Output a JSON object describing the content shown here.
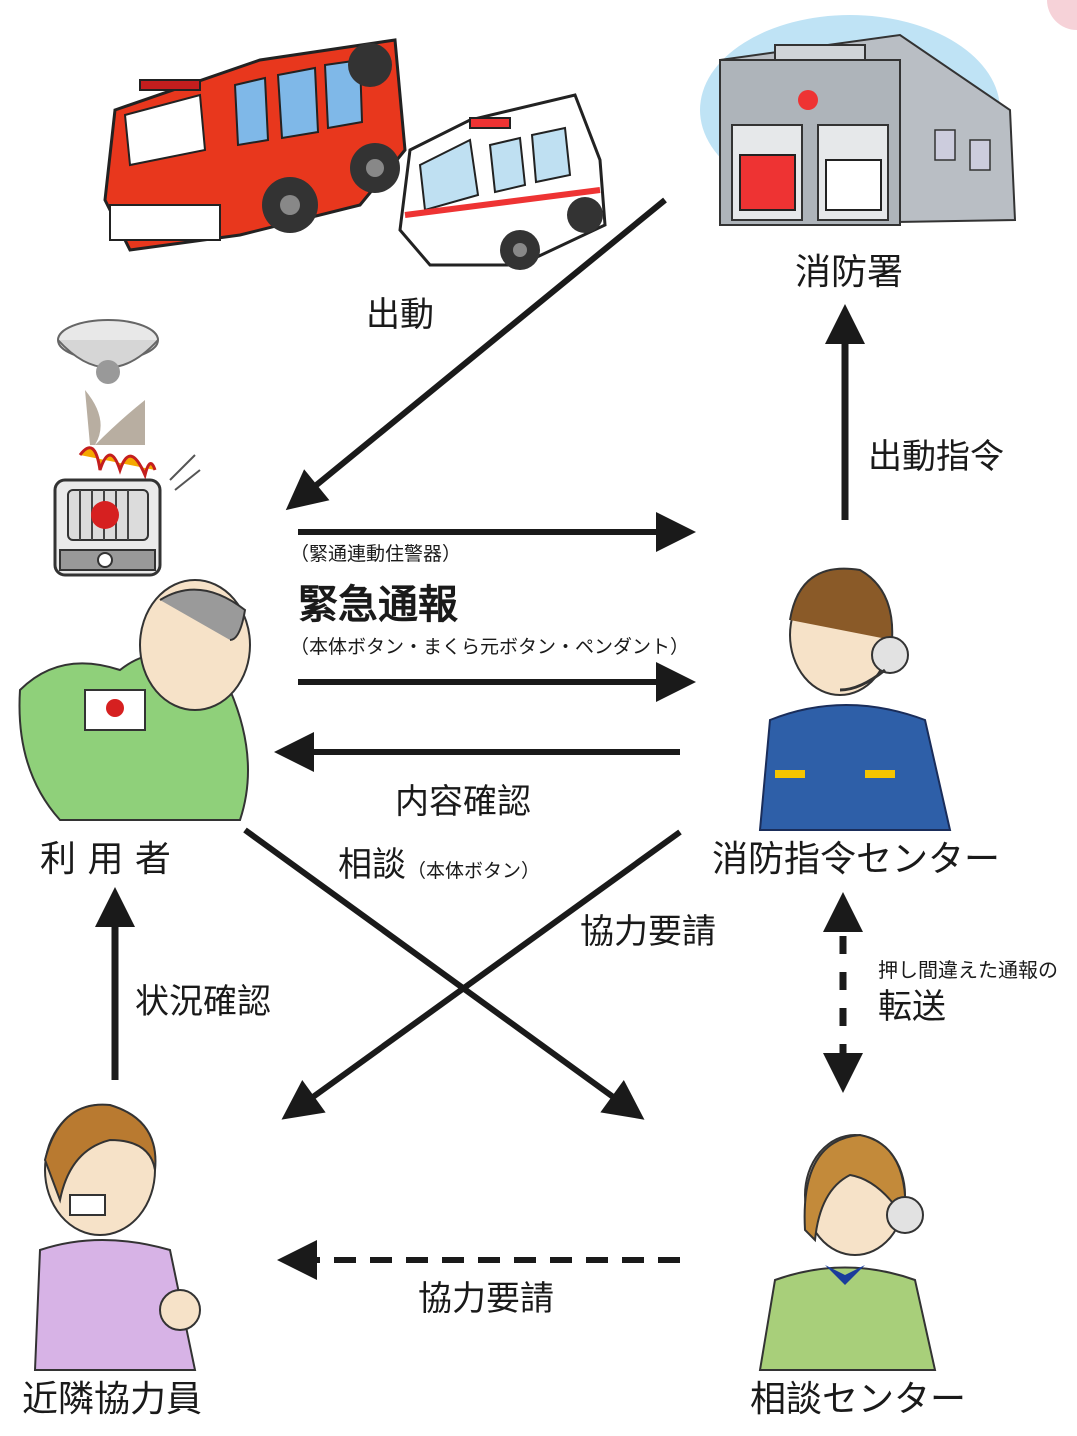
{
  "nodes": {
    "fire_station": "消防署",
    "dispatch_center": "消防指令センター",
    "user": "利 用 者",
    "neighbor": "近隣協力員",
    "consult_center": "相談センター"
  },
  "edges": {
    "dispatch": "出動",
    "dispatch_order": "出動指令",
    "alarm_link": "（緊通連動住警器）",
    "emergency_call": "緊急通報",
    "emergency_buttons": "（本体ボタン・まくら元ボタン・ペンダント）",
    "content_confirm": "内容確認",
    "consult": "相談",
    "consult_note": "（本体ボタン）",
    "coop_request_1": "協力要請",
    "misdial_note": "押し間違えた通報の",
    "transfer": "転送",
    "status_check": "状況確認",
    "coop_request_2": "協力要請"
  },
  "icons": [
    "fire-truck-icon",
    "ambulance-icon",
    "fire-station-icon",
    "smoke-detector-icon",
    "heater-fire-icon",
    "elderly-user-icon",
    "dispatcher-icon",
    "neighbor-icon",
    "consultant-icon"
  ]
}
